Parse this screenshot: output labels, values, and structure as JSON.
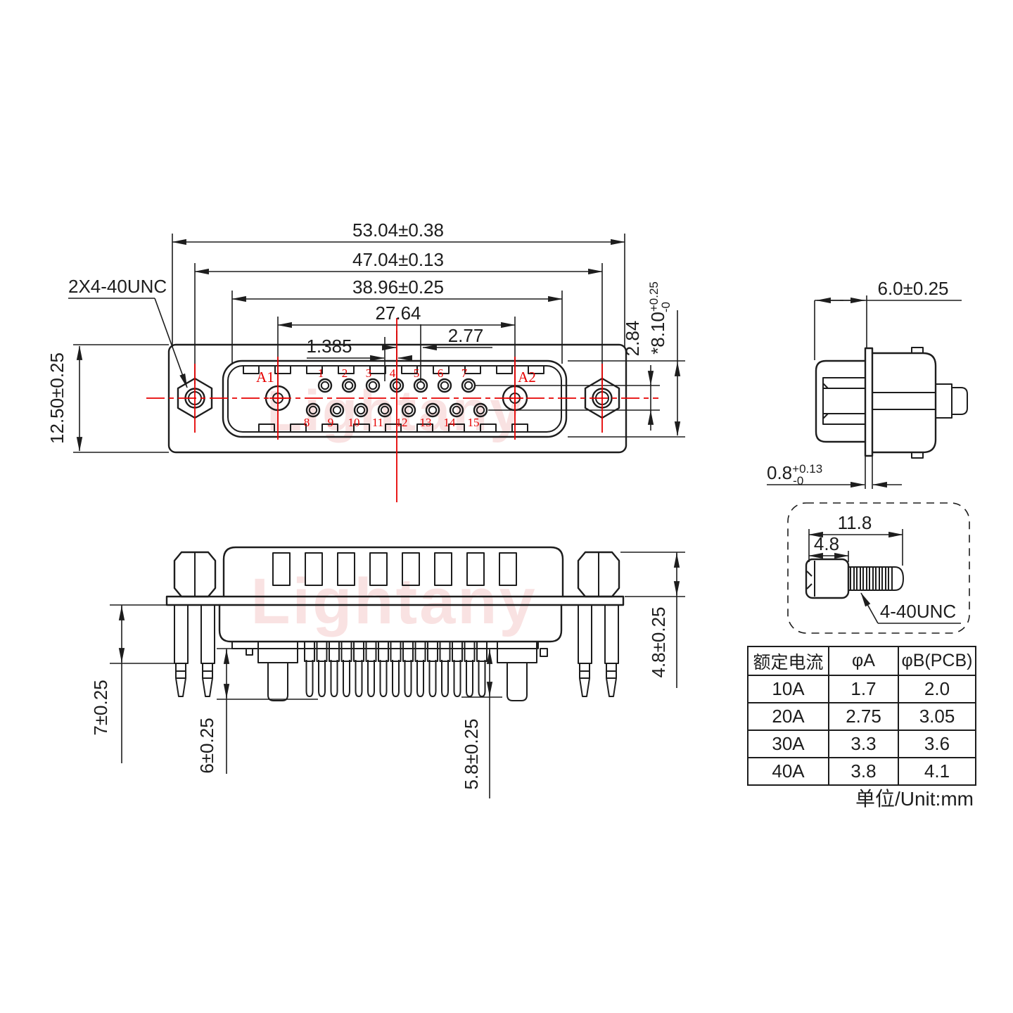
{
  "watermark": {
    "text": "Lightany"
  },
  "front_view": {
    "thread_label": "2X4-40UNC",
    "dim_total_width": "53.04±0.38",
    "dim_hole_spacing": "47.04±0.13",
    "dim_shroud_width": "38.96±0.25",
    "dim_contact_span": "27.64",
    "dim_pitch": "2.77",
    "dim_half_pitch": "1.385",
    "dim_height": "12.50±0.25",
    "dim_row_gap": "2.84",
    "dim_shroud_height": {
      "value": "*8.10",
      "tol_plus": "+0.25",
      "tol_minus": "-0"
    },
    "contact_a1": "A1",
    "contact_a2": "A2",
    "pins_top": [
      "1",
      "2",
      "3",
      "4",
      "5",
      "6",
      "7"
    ],
    "pins_bottom": [
      "8",
      "9",
      "10",
      "11",
      "12",
      "13",
      "14",
      "15"
    ]
  },
  "side_view": {
    "dim_depth": "6.0±0.25",
    "dim_flange": {
      "value": "0.8",
      "tol_plus": "+0.13",
      "tol_minus": "-0"
    }
  },
  "screw_detail": {
    "dim_length": "11.8",
    "dim_head": "4.8",
    "thread_label": "4-40UNC"
  },
  "bottom_view": {
    "dim_bracket_leg": "7±0.25",
    "dim_big_pin": "6±0.25",
    "dim_small_pin": "5.8±0.25",
    "dim_nut_height": "4.8±0.25"
  },
  "spec_table": {
    "headers": [
      "额定电流",
      "φA",
      "φB(PCB)"
    ],
    "rows": [
      [
        "10A",
        "1.7",
        "2.0"
      ],
      [
        "20A",
        "2.75",
        "3.05"
      ],
      [
        "30A",
        "3.3",
        "3.6"
      ],
      [
        "40A",
        "3.8",
        "4.1"
      ]
    ],
    "unit_note": "单位/Unit:mm"
  }
}
